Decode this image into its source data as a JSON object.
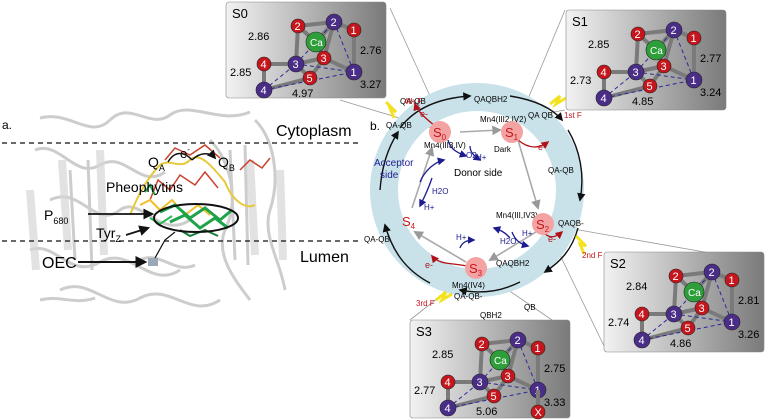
{
  "panel_a": {
    "label": "a.",
    "cytoplasm": "Cytoplasm",
    "lumen": "Lumen",
    "qa": "Q",
    "qa_sub": "A",
    "qb": "Q",
    "qb_sub": "B",
    "electron": "e",
    "electron_sup": "-",
    "pheophytins": "Pheophytins",
    "p680": "P",
    "p680_sub": "680",
    "tyrz": "Tyr",
    "tyrz_sub": "Z",
    "oec": "OEC"
  },
  "panel_b": {
    "label": "b.",
    "acceptor_side": [
      "Acceptor",
      "side"
    ],
    "donor_side": "Donor side",
    "states": [
      "S0",
      "S1",
      "S2",
      "S3",
      "S4"
    ],
    "state_labels": {
      "s0": "S",
      "s0_sub": "0",
      "s1": "S",
      "s1_sub": "1",
      "s2": "S",
      "s2_sub": "2",
      "s3": "S",
      "s3_sub": "3",
      "s4": "S",
      "s4_sub": "4"
    },
    "dark": "Dark",
    "flashes": [
      "1st F",
      "2nd F",
      "3rd F",
      "4th F"
    ],
    "mn_s0": "Mn4(III3,IV)",
    "mn_s1": "Mn4(III2,IV2)",
    "mn_s2": "Mn4(III,IV3)",
    "mn_s3": "Mn4(IV4)",
    "o2": "O2",
    "h2o": "H2O",
    "hplus": "H+",
    "electron": "e-",
    "q_labels": [
      "QA-QB",
      "QAQBH2",
      "QA QB",
      "QA-QB",
      "QAQB-",
      "QBH2",
      "QB",
      "QA-QB-",
      "QA-QB",
      "QA-QB",
      "QAQBH2"
    ]
  },
  "clusters": [
    {
      "title": "S0",
      "d1": "2.86",
      "d2": "2.76",
      "d3": "2.85",
      "d4": "3.27",
      "d5": "4.97"
    },
    {
      "title": "S1",
      "d1": "2.85",
      "d2": "2.77",
      "d3": "2.73",
      "d4": "3.24",
      "d5": "4.85"
    },
    {
      "title": "S2",
      "d1": "2.84",
      "d2": "2.81",
      "d3": "2.74",
      "d4": "3.26",
      "d5": "4.86"
    },
    {
      "title": "S3",
      "d1": "2.85",
      "d2": "2.75",
      "d3": "2.77",
      "d4": "3.33",
      "d5": "5.06"
    }
  ],
  "cluster_atoms": {
    "ca": "Ca",
    "n1": "1",
    "n2": "2",
    "n3": "3",
    "n4": "4",
    "n5": "5",
    "x": "X"
  },
  "colors": {
    "mn": "#4a2d86",
    "o": "#c4161c",
    "ca": "#2e9e3a",
    "ring": "#c9e2ea",
    "state": "#f4a3a3",
    "arrow_red": "#b01218",
    "arrow_blue": "#1d1d8f",
    "flash": "#f3e21f"
  }
}
